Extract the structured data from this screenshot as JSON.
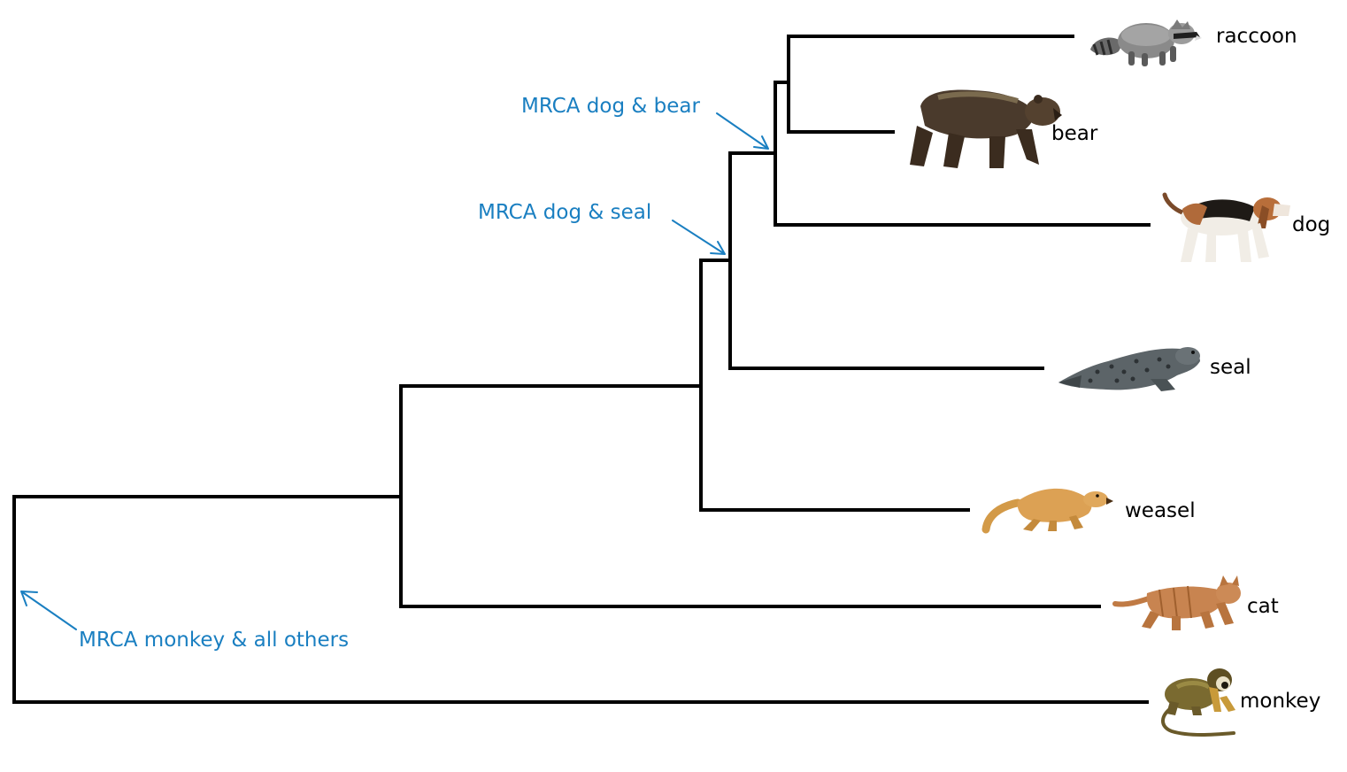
{
  "diagram": {
    "type": "phylogenetic-tree",
    "accent_color": "#1a7fc1",
    "line_color": "#000000",
    "taxa": [
      {
        "id": "raccoon",
        "label": "raccoon",
        "icon": "raccoon-icon"
      },
      {
        "id": "bear",
        "label": "bear",
        "icon": "bear-icon"
      },
      {
        "id": "dog",
        "label": "dog",
        "icon": "dog-icon"
      },
      {
        "id": "seal",
        "label": "seal",
        "icon": "seal-icon"
      },
      {
        "id": "weasel",
        "label": "weasel",
        "icon": "weasel-icon"
      },
      {
        "id": "cat",
        "label": "cat",
        "icon": "cat-icon"
      },
      {
        "id": "monkey",
        "label": "monkey",
        "icon": "monkey-icon"
      }
    ],
    "annotations": [
      {
        "id": "mrca-dog-bear",
        "label": "MRCA dog & bear"
      },
      {
        "id": "mrca-dog-seal",
        "label": "MRCA dog & seal"
      },
      {
        "id": "mrca-monkey-all",
        "label": "MRCA monkey & all others"
      }
    ]
  }
}
